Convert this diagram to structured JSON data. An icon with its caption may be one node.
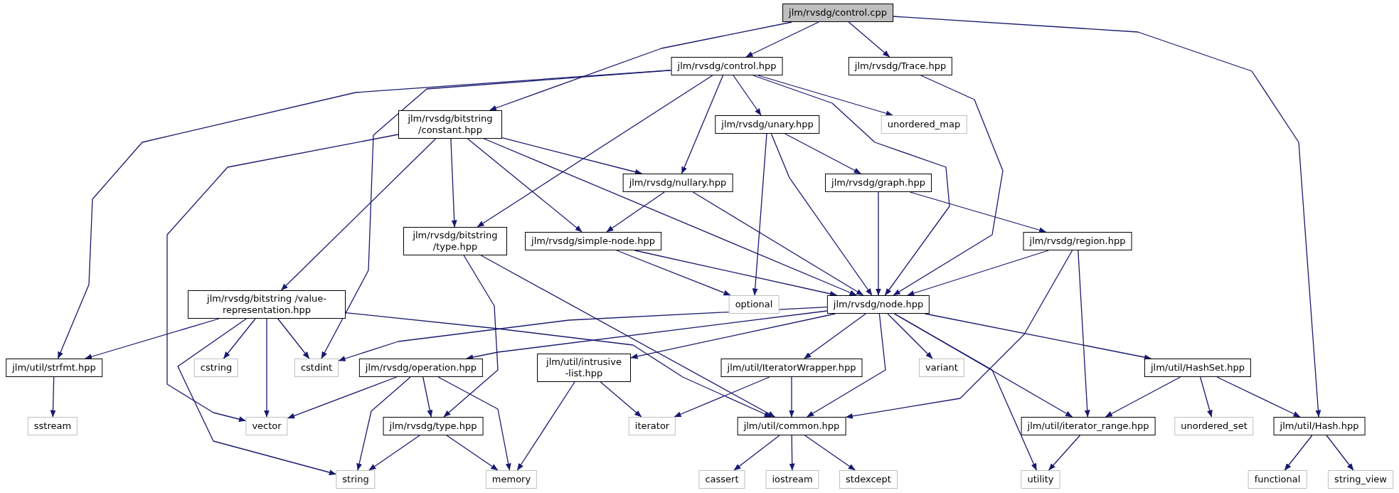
{
  "diagram": {
    "nodes": [
      {
        "text": [
          "jlm/rvsdg/control.cpp"
        ]
      },
      {
        "text": [
          "jlm/rvsdg/control.hpp"
        ]
      },
      {
        "text": [
          "jlm/rvsdg/Trace.hpp"
        ]
      },
      {
        "text": [
          "jlm/rvsdg/bitstring /constant.hpp"
        ]
      },
      {
        "text": [
          "jlm/rvsdg/unary.hpp"
        ]
      },
      {
        "text": [
          "unordered_map"
        ]
      },
      {
        "text": [
          "jlm/rvsdg/nullary.hpp"
        ]
      },
      {
        "text": [
          "jlm/rvsdg/graph.hpp"
        ]
      },
      {
        "text": [
          "jlm/rvsdg/bitstring /type.hpp"
        ]
      },
      {
        "text": [
          "jlm/rvsdg/simple-node.hpp"
        ]
      },
      {
        "text": [
          "jlm/rvsdg/region.hpp"
        ]
      },
      {
        "text": [
          "jlm/rvsdg/bitstring /value-representation.hpp"
        ]
      },
      {
        "text": [
          "optional"
        ]
      },
      {
        "text": [
          "jlm/rvsdg/node.hpp"
        ]
      },
      {
        "text": [
          "jlm/util/strfmt.hpp"
        ]
      },
      {
        "text": [
          "cstring"
        ]
      },
      {
        "text": [
          "cstdint"
        ]
      },
      {
        "text": [
          "jlm/rvsdg/operation.hpp"
        ]
      },
      {
        "text": [
          "jlm/util/intrusive -list.hpp"
        ]
      },
      {
        "text": [
          "jlm/util/IteratorWrapper.hpp"
        ]
      },
      {
        "text": [
          "variant"
        ]
      },
      {
        "text": [
          "jlm/util/HashSet.hpp"
        ]
      },
      {
        "text": [
          "sstream"
        ]
      },
      {
        "text": [
          "vector"
        ]
      },
      {
        "text": [
          "jlm/rvsdg/type.hpp"
        ]
      },
      {
        "text": [
          "iterator"
        ]
      },
      {
        "text": [
          "jlm/util/common.hpp"
        ]
      },
      {
        "text": [
          "jlm/util/iterator_range.hpp"
        ]
      },
      {
        "text": [
          "unordered_set"
        ]
      },
      {
        "text": [
          "jlm/util/Hash.hpp"
        ]
      },
      {
        "text": [
          "string"
        ]
      },
      {
        "text": [
          "memory"
        ]
      },
      {
        "text": [
          "cassert"
        ]
      },
      {
        "text": [
          "iostream"
        ]
      },
      {
        "text": [
          "stdexcept"
        ]
      },
      {
        "text": [
          "utility"
        ]
      },
      {
        "text": [
          "functional"
        ]
      },
      {
        "text": [
          "string_view"
        ]
      }
    ],
    "edges": [
      {
        "from": 0,
        "to": 1,
        "arrow": "to"
      },
      {
        "from": 0,
        "to": 2,
        "arrow": "to"
      },
      {
        "from": 0,
        "to": 3,
        "arrow": "to"
      },
      {
        "from": 0,
        "to": 29,
        "arrow": "to"
      },
      {
        "from": 1,
        "to": 14,
        "arrow": "to"
      },
      {
        "from": 1,
        "to": 16,
        "arrow": "to"
      },
      {
        "from": 1,
        "to": 8,
        "arrow": "to"
      },
      {
        "from": 1,
        "to": 6,
        "arrow": "to"
      },
      {
        "from": 1,
        "to": 4,
        "arrow": "to"
      },
      {
        "from": 1,
        "to": 5,
        "arrow": "to"
      },
      {
        "from": 1,
        "to": 13,
        "arrow": "to"
      },
      {
        "from": 2,
        "to": 13,
        "arrow": "to"
      },
      {
        "from": 3,
        "to": 23,
        "arrow": "to"
      },
      {
        "from": 3,
        "to": 11,
        "arrow": "to"
      },
      {
        "from": 3,
        "to": 8,
        "arrow": "to"
      },
      {
        "from": 3,
        "to": 9,
        "arrow": "to"
      },
      {
        "from": 3,
        "to": 6,
        "arrow": "to"
      },
      {
        "from": 3,
        "to": 13,
        "arrow": "to"
      },
      {
        "from": 4,
        "to": 12,
        "arrow": "to"
      },
      {
        "from": 4,
        "to": 13,
        "arrow": "to"
      },
      {
        "from": 4,
        "to": 7,
        "arrow": "to"
      },
      {
        "from": 6,
        "to": 9,
        "arrow": "to"
      },
      {
        "from": 6,
        "to": 13,
        "arrow": "to"
      },
      {
        "from": 7,
        "to": 13,
        "arrow": "to"
      },
      {
        "from": 7,
        "to": 10,
        "arrow": "to"
      },
      {
        "from": 8,
        "to": 24,
        "arrow": "to"
      },
      {
        "from": 8,
        "to": 26,
        "arrow": "to"
      },
      {
        "from": 9,
        "to": 12,
        "arrow": "to"
      },
      {
        "from": 9,
        "to": 13,
        "arrow": "to"
      },
      {
        "from": 10,
        "to": 13,
        "arrow": "to"
      },
      {
        "from": 10,
        "to": 26,
        "arrow": "to"
      },
      {
        "from": 10,
        "to": 27,
        "arrow": "to"
      },
      {
        "from": 11,
        "to": 14,
        "arrow": "to"
      },
      {
        "from": 11,
        "to": 15,
        "arrow": "to"
      },
      {
        "from": 11,
        "to": 23,
        "arrow": "to"
      },
      {
        "from": 11,
        "to": 16,
        "arrow": "to"
      },
      {
        "from": 11,
        "to": 30,
        "arrow": "to"
      },
      {
        "from": 11,
        "to": 26,
        "arrow": "to"
      },
      {
        "from": 13,
        "to": 16,
        "arrow": "to"
      },
      {
        "from": 13,
        "to": 17,
        "arrow": "to"
      },
      {
        "from": 13,
        "to": 18,
        "arrow": "to"
      },
      {
        "from": 13,
        "to": 19,
        "arrow": "to"
      },
      {
        "from": 13,
        "to": 26,
        "arrow": "to"
      },
      {
        "from": 13,
        "to": 20,
        "arrow": "to"
      },
      {
        "from": 13,
        "to": 35,
        "arrow": "to"
      },
      {
        "from": 13,
        "to": 27,
        "arrow": "to"
      },
      {
        "from": 13,
        "to": 21,
        "arrow": "to"
      },
      {
        "from": 14,
        "to": 22,
        "arrow": "to"
      },
      {
        "from": 17,
        "to": 23,
        "arrow": "to"
      },
      {
        "from": 17,
        "to": 30,
        "arrow": "to"
      },
      {
        "from": 17,
        "to": 24,
        "arrow": "to"
      },
      {
        "from": 17,
        "to": 31,
        "arrow": "to"
      },
      {
        "from": 18,
        "to": 31,
        "arrow": "to"
      },
      {
        "from": 18,
        "to": 25,
        "arrow": "to"
      },
      {
        "from": 19,
        "to": 25,
        "arrow": "to"
      },
      {
        "from": 19,
        "to": 26,
        "arrow": "to"
      },
      {
        "from": 21,
        "to": 27,
        "arrow": "to"
      },
      {
        "from": 21,
        "to": 28,
        "arrow": "to"
      },
      {
        "from": 21,
        "to": 29,
        "arrow": "to"
      },
      {
        "from": 24,
        "to": 30,
        "arrow": "to"
      },
      {
        "from": 24,
        "to": 31,
        "arrow": "to"
      },
      {
        "from": 26,
        "to": 32,
        "arrow": "to"
      },
      {
        "from": 26,
        "to": 33,
        "arrow": "to"
      },
      {
        "from": 26,
        "to": 34,
        "arrow": "to"
      },
      {
        "from": 27,
        "to": 35,
        "arrow": "to"
      },
      {
        "from": 29,
        "to": 36,
        "arrow": "to"
      },
      {
        "from": 29,
        "to": 37,
        "arrow": "to"
      }
    ]
  }
}
